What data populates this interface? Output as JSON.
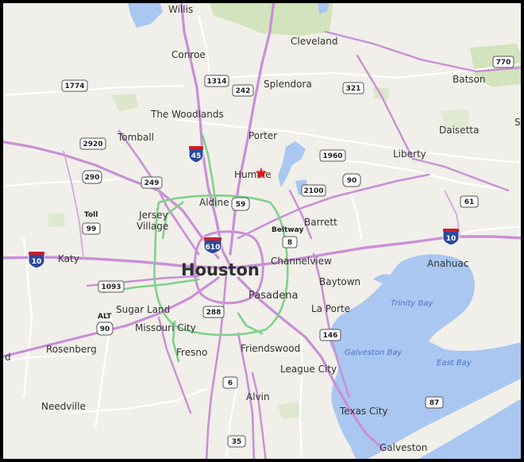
{
  "map": {
    "cities": [
      {
        "key": "willis",
        "name": "Willis"
      },
      {
        "key": "conroe",
        "name": "Conroe"
      },
      {
        "key": "cleveland",
        "name": "Cleveland"
      },
      {
        "key": "batson",
        "name": "Batson"
      },
      {
        "key": "splendora",
        "name": "Splendora"
      },
      {
        "key": "woodlands",
        "name": "The Woodlands"
      },
      {
        "key": "daisetta",
        "name": "Daisetta"
      },
      {
        "key": "porter",
        "name": "Porter"
      },
      {
        "key": "tomball",
        "name": "Tomball"
      },
      {
        "key": "liberty",
        "name": "Liberty"
      },
      {
        "key": "humble",
        "name": "Humble"
      },
      {
        "key": "aldine",
        "name": "Aldine"
      },
      {
        "key": "jersey",
        "name": "Jersey"
      },
      {
        "key": "village",
        "name": "Village"
      },
      {
        "key": "barrett",
        "name": "Barrett"
      },
      {
        "key": "katy",
        "name": "Katy"
      },
      {
        "key": "channelview",
        "name": "Channelview"
      },
      {
        "key": "anahuac",
        "name": "Anahuac"
      },
      {
        "key": "houston",
        "name": "Houston"
      },
      {
        "key": "baytown",
        "name": "Baytown"
      },
      {
        "key": "pasadena",
        "name": "Pasadena"
      },
      {
        "key": "sugarland",
        "name": "Sugar Land"
      },
      {
        "key": "laporte",
        "name": "La Porte"
      },
      {
        "key": "missouri",
        "name": "Missouri City"
      },
      {
        "key": "rosenberg",
        "name": "Rosenberg"
      },
      {
        "key": "fresno",
        "name": "Fresno"
      },
      {
        "key": "friendswood",
        "name": "Friendswood"
      },
      {
        "key": "leaguecity",
        "name": "League City"
      },
      {
        "key": "alvin",
        "name": "Alvin"
      },
      {
        "key": "needville",
        "name": "Needville"
      },
      {
        "key": "texascity",
        "name": "Texas City"
      },
      {
        "key": "galveston",
        "name": "Galveston"
      },
      {
        "key": "sc",
        "name": "Sc"
      },
      {
        "key": "d",
        "name": "d"
      }
    ],
    "water_labels": [
      {
        "key": "trinity",
        "name": "Trinity Bay"
      },
      {
        "key": "galvbay",
        "name": "Galveston Bay"
      },
      {
        "key": "eastbay",
        "name": "East Bay"
      }
    ],
    "road_shields": [
      {
        "key": "s770",
        "label": "770"
      },
      {
        "key": "s1774",
        "label": "1774"
      },
      {
        "key": "s1314",
        "label": "1314"
      },
      {
        "key": "s242",
        "label": "242"
      },
      {
        "key": "s321",
        "label": "321"
      },
      {
        "key": "s2920",
        "label": "2920"
      },
      {
        "key": "s1960",
        "label": "1960"
      },
      {
        "key": "s290",
        "label": "290"
      },
      {
        "key": "s249",
        "label": "249"
      },
      {
        "key": "s59",
        "label": "59"
      },
      {
        "key": "s90a",
        "label": "90"
      },
      {
        "key": "s2100",
        "label": "2100"
      },
      {
        "key": "s99",
        "label": "99"
      },
      {
        "key": "s61",
        "label": "61"
      },
      {
        "key": "s8",
        "label": "8"
      },
      {
        "key": "s1093",
        "label": "1093"
      },
      {
        "key": "s288",
        "label": "288"
      },
      {
        "key": "s90b",
        "label": "90"
      },
      {
        "key": "s146",
        "label": "146"
      },
      {
        "key": "s6",
        "label": "6"
      },
      {
        "key": "s87",
        "label": "87"
      },
      {
        "key": "s35",
        "label": "35"
      }
    ],
    "interstate_shields": [
      {
        "key": "i45",
        "label": "45"
      },
      {
        "key": "i610",
        "label": "610"
      },
      {
        "key": "i10w",
        "label": "10"
      },
      {
        "key": "i10e",
        "label": "10"
      }
    ],
    "shield_captions": [
      {
        "key": "toll",
        "text": "Toll"
      },
      {
        "key": "beltway",
        "text": "Beltway"
      },
      {
        "key": "alt",
        "text": "ALT"
      }
    ],
    "marker": {
      "name": "location-marker",
      "glyph": "★",
      "color": "#e8141b"
    },
    "colors": {
      "land": "#f1efe9",
      "water": "#a9c7f0",
      "highway": "#c98fd6",
      "toll_road": "#7fd18c",
      "park": "#cddfb5",
      "border": "#000000"
    }
  }
}
